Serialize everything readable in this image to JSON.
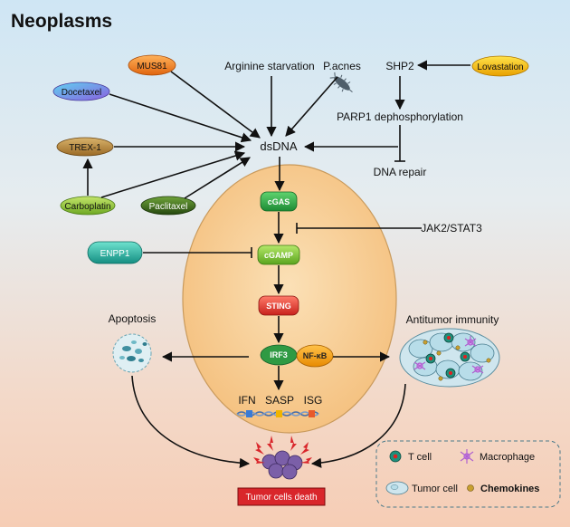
{
  "title": "Neoplasms",
  "drugs": {
    "mus81": "MUS81",
    "docetaxel": "Docetaxel",
    "trex1": "TREX-1",
    "carboplatin": "Carboplatin",
    "paclitaxel": "Paclitaxel",
    "lovastation": "Lovastation",
    "enpp1": "ENPP1"
  },
  "labels": {
    "arginine": "Arginine starvation",
    "pacnes": "P.acnes",
    "shp2": "SHP2",
    "parp1": "PARP1 dephosphorylation",
    "dsdna": "dsDNA",
    "dna_repair": "DNA repair",
    "jak_stat": "JAK2/STAT3",
    "apoptosis": "Apoptosis",
    "antitumor": "Antitumor immunity"
  },
  "pathway": {
    "cgas": "cGAS",
    "cgamp": "cGAMP",
    "sting": "STING",
    "irf3": "IRF3",
    "nfkb": "NF-κB",
    "ifn": "IFN",
    "sasp": "SASP",
    "isg": "ISG"
  },
  "outcome": "Tumor cells death",
  "legend": {
    "tcell": "T cell",
    "macrophage": "Macrophage",
    "tumor_cell": "Tumor cell",
    "chemokines": "Chemokines"
  },
  "colors": {
    "orange": "#f08a1c",
    "blue_purple": "#7b7fe0",
    "brown": "#b78a42",
    "green": "#8fc63b",
    "dark_green": "#3b6b1c",
    "yellow": "#f2c200",
    "teal": "#2bb6a5",
    "cgas_green": "#2fa84a",
    "sting_red": "#e8413a",
    "irf3_green": "#3aa44a",
    "death_red": "#d9262b",
    "cell_fill": "#f7c98f"
  }
}
